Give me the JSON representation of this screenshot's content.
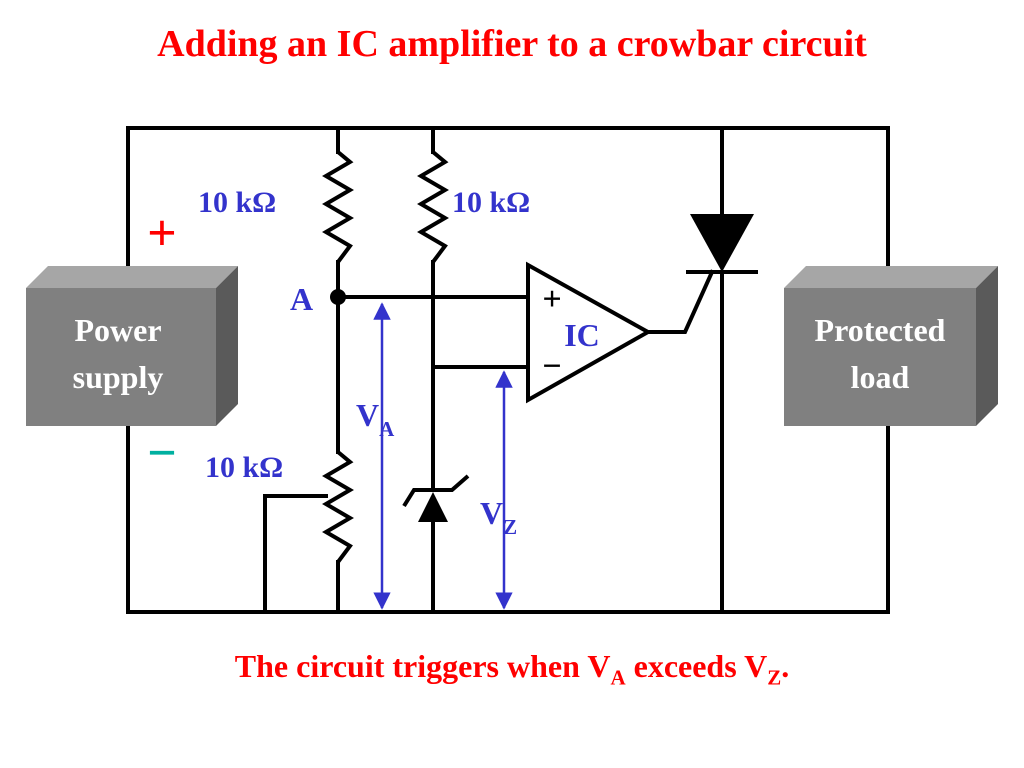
{
  "title": "Adding an IC amplifier to a crowbar circuit",
  "caption": {
    "part1": "The circuit triggers when V",
    "sub1": "A",
    "part2": " exceeds V",
    "sub2": "Z",
    "part3": "."
  },
  "labels": {
    "r_top_left": "10 kΩ",
    "r_top_right": "10 kΩ",
    "r_bottom": "10 kΩ",
    "node_a": "A",
    "va_main": "V",
    "va_sub": "A",
    "vz_main": "V",
    "vz_sub": "Z",
    "amp": "IC",
    "amp_plus": "+",
    "amp_minus": "−",
    "supply_plus": "+",
    "supply_minus": "−"
  },
  "power_supply": {
    "line1": "Power",
    "line2": "supply"
  },
  "load": {
    "line1": "Protected",
    "line2": "load"
  },
  "colors": {
    "title": "#ff0000",
    "label_blue": "#3333cc",
    "plus_red": "#ff0000",
    "minus_teal": "#00b0a0",
    "box_front": "#808080",
    "box_top": "#a6a6a6",
    "box_side": "#5a5a5a"
  }
}
